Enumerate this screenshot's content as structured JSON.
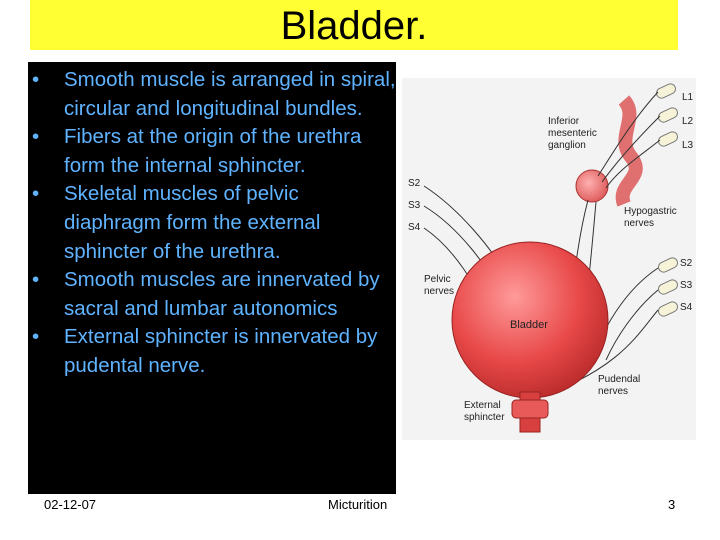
{
  "slide": {
    "title": "Bladder.",
    "bullets": [
      "Smooth muscle is arranged in spiral, circular and longitudinal bundles.",
      "Fibers at the origin of the urethra form the internal sphincter.",
      "Skeletal muscles of pelvic diaphragm form the external sphincter of the urethra.",
      "Smooth muscles are innervated by sacral and lumbar autonomics",
      "External sphincter is innervated by pudental nerve."
    ],
    "footer": {
      "date": "02-12-07",
      "center": "Micturition",
      "page": "3"
    }
  },
  "diagram": {
    "labels": {
      "inferior": "Inferior",
      "mesenteric": "mesenteric",
      "ganglion": "ganglion",
      "hypogastric": "Hypogastric",
      "nerves": "nerves",
      "pelvic": "Pelvic",
      "bladder": "Bladder",
      "pudendal": "Pudendal",
      "external": "External",
      "sphincter": "sphincter",
      "l1": "L1",
      "l2": "L2",
      "l3": "L3",
      "s2": "S2",
      "s3": "S3",
      "s4": "S4"
    }
  },
  "colors": {
    "title_bg": "#ffff33",
    "panel_bg": "#000000",
    "bullet_text": "#5fb3ff",
    "bladder": "#e84848"
  }
}
